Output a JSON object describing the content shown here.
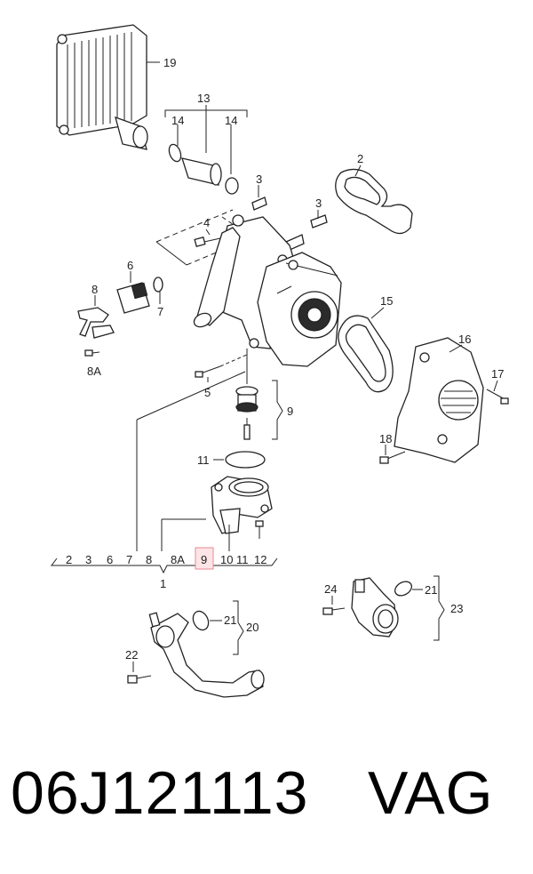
{
  "callouts": {
    "c19": "19",
    "c13": "13",
    "c14a": "14",
    "c14b": "14",
    "c2": "2",
    "c3a": "3",
    "c3b": "3",
    "c4": "4",
    "c6": "6",
    "c7": "7",
    "c8": "8",
    "c8A": "8A",
    "c15": "15",
    "c16": "16",
    "c17": "17",
    "c5": "5",
    "c9": "9",
    "c11": "11",
    "c18": "18",
    "c1": "1",
    "c24": "24",
    "c21a": "21",
    "c23": "23",
    "c21b": "21",
    "c20": "20",
    "c22": "22"
  },
  "index_row": [
    "2",
    "3",
    "6",
    "7",
    "8",
    "8A",
    "9",
    "10",
    "11",
    "12"
  ],
  "highlighted_item": "9",
  "footer": {
    "part_number": "06J121113",
    "brand": "VAG"
  },
  "colors": {
    "line": "#222222",
    "highlight_fill": "#fde4e6",
    "highlight_stroke": "#e88a94"
  }
}
